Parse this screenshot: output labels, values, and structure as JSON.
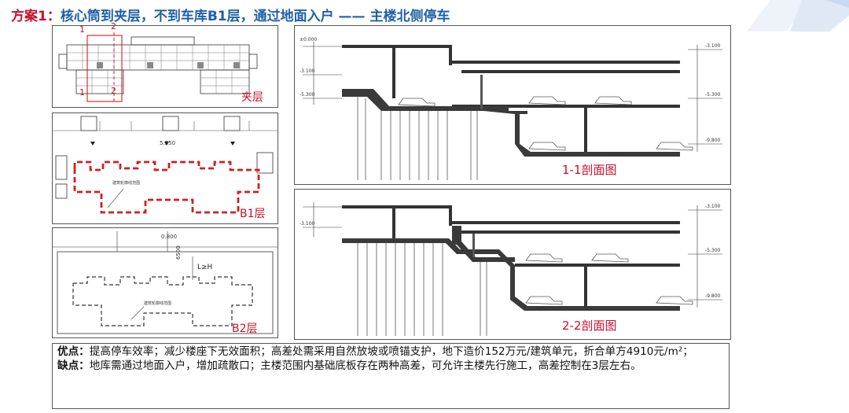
{
  "title": {
    "prefix": "方案1：",
    "main": "核心筒到夹层，不到车库B1层，通过地面入户",
    "sep": " —— ",
    "tail": "主楼北侧停车"
  },
  "plans": {
    "mezz_label": "夹层",
    "b1_label": "B1层",
    "b2_label": "B2层",
    "b1_level": "5.350",
    "b2_level": "0.800",
    "b2_dim": "6500",
    "b2_formula": "L≥H",
    "section_marks": [
      "1",
      "2",
      "1",
      "2"
    ]
  },
  "sections": {
    "s1_label": "1-1剖面图",
    "s2_label": "2-2剖面图",
    "levels_left": [
      "±0.000",
      "-3.100",
      "-5.300"
    ],
    "levels_right": [
      "-3.100",
      "-5.300",
      "-9.800"
    ]
  },
  "notes": {
    "pros_label": "优点：",
    "pros_text": "提高停车效率；减少楼座下无效面积；高差处需采用自然放坡或喷锚支护，地下造价152万元/建筑单元，折合单方4910元/m²；",
    "cons_label": "缺点：",
    "cons_text": "地库需通过地面入户，增加疏散口；主楼范围内基础底板存在两种高差，可允许主楼先行施工，高差控制在3层左右。"
  },
  "colors": {
    "title_red": "#c8102e",
    "title_blue": "#1f5fa8",
    "dashed_red": "#d02020"
  }
}
